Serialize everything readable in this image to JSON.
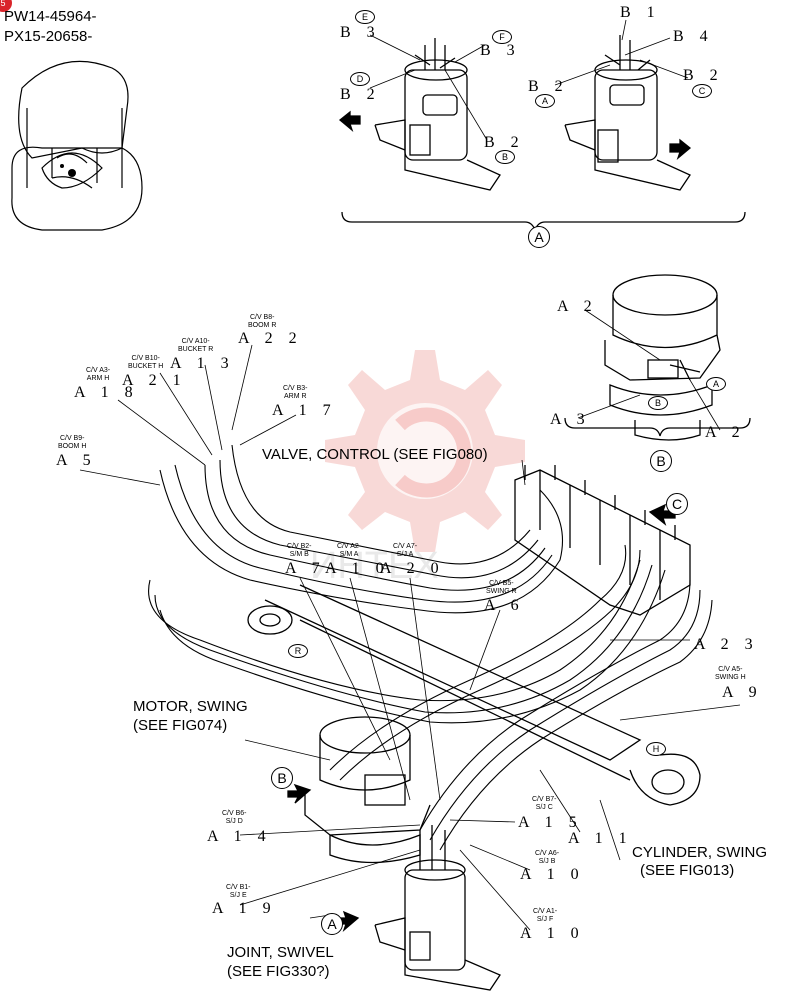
{
  "header": {
    "badge": "5",
    "line1": "PW14-45964-",
    "line2": "PX15-20658-"
  },
  "watermark": {
    "text": "ИНТЕХ",
    "color": "#e8302c"
  },
  "top_view_a": {
    "labels": [
      "B 3",
      "B 2",
      "B 3",
      "B 2",
      "B 1",
      "B 4",
      "B 2",
      "B 2"
    ],
    "circles": [
      "E",
      "D",
      "F",
      "B",
      "A",
      "C"
    ],
    "group": "A"
  },
  "detail_b": {
    "labels": [
      "A 2",
      "A 3",
      "A 2"
    ],
    "circles": [
      "A",
      "B"
    ],
    "group": "B"
  },
  "callouts": {
    "a18": {
      "text": "C/V A3-\nARM H",
      "label": "A 1 8"
    },
    "a21": {
      "text": "C/V B10-\nBUCKET H",
      "label": "A 2 1"
    },
    "a13": {
      "text": "C/V A10-\nBUCKET R",
      "label": "A 1 3"
    },
    "a22": {
      "text": "C/V B8-\nBOOM R",
      "label": "A 2 2"
    },
    "a17": {
      "text": "C/V B3-\nARM R",
      "label": "A 1 7"
    },
    "a5": {
      "text": "C/V B9-\nBOOM H",
      "label": "A 5"
    },
    "a7": {
      "text": "C/V B2-\nS/M B",
      "label": "A 7"
    },
    "a10a": {
      "text": "C/V A2-\nS/M A",
      "label": "A 1 0"
    },
    "a20": {
      "text": "C/V A7-\nS/J A",
      "label": "A 2 0"
    },
    "a6": {
      "text": "C/V B5-\nSWING R",
      "label": "A 6"
    },
    "a23": {
      "label": "A 2 3"
    },
    "a9": {
      "text": "C/V A5-\nSWING H",
      "label": "A 9"
    },
    "a14": {
      "text": "C/V B6-\nS/J D",
      "label": "A 1 4"
    },
    "a15": {
      "label": "A 1 5"
    },
    "a11": {
      "text": "C/V B7-\nS/J C",
      "label": "A 1 1"
    },
    "a10b": {
      "text": "C/V A6-\nS/J B",
      "label": "A 1 0"
    },
    "a19": {
      "text": "C/V B1-\nS/J E",
      "label": "A 1 9"
    },
    "a10c": {
      "text": "C/V A1-\nS/J F",
      "label": "A 1 0"
    }
  },
  "captions": {
    "valve": "VALVE, CONTROL (SEE FIG080)",
    "motor1": "MOTOR, SWING",
    "motor2": "(SEE FIG074)",
    "cylinder1": "CYLINDER, SWING",
    "cylinder2": "(SEE FIG013)",
    "joint1": "JOINT, SWIVEL",
    "joint2": "(SEE FIG330?)"
  },
  "markers": {
    "c": "C",
    "b": "B",
    "a": "A",
    "r": "R",
    "h": "H"
  }
}
